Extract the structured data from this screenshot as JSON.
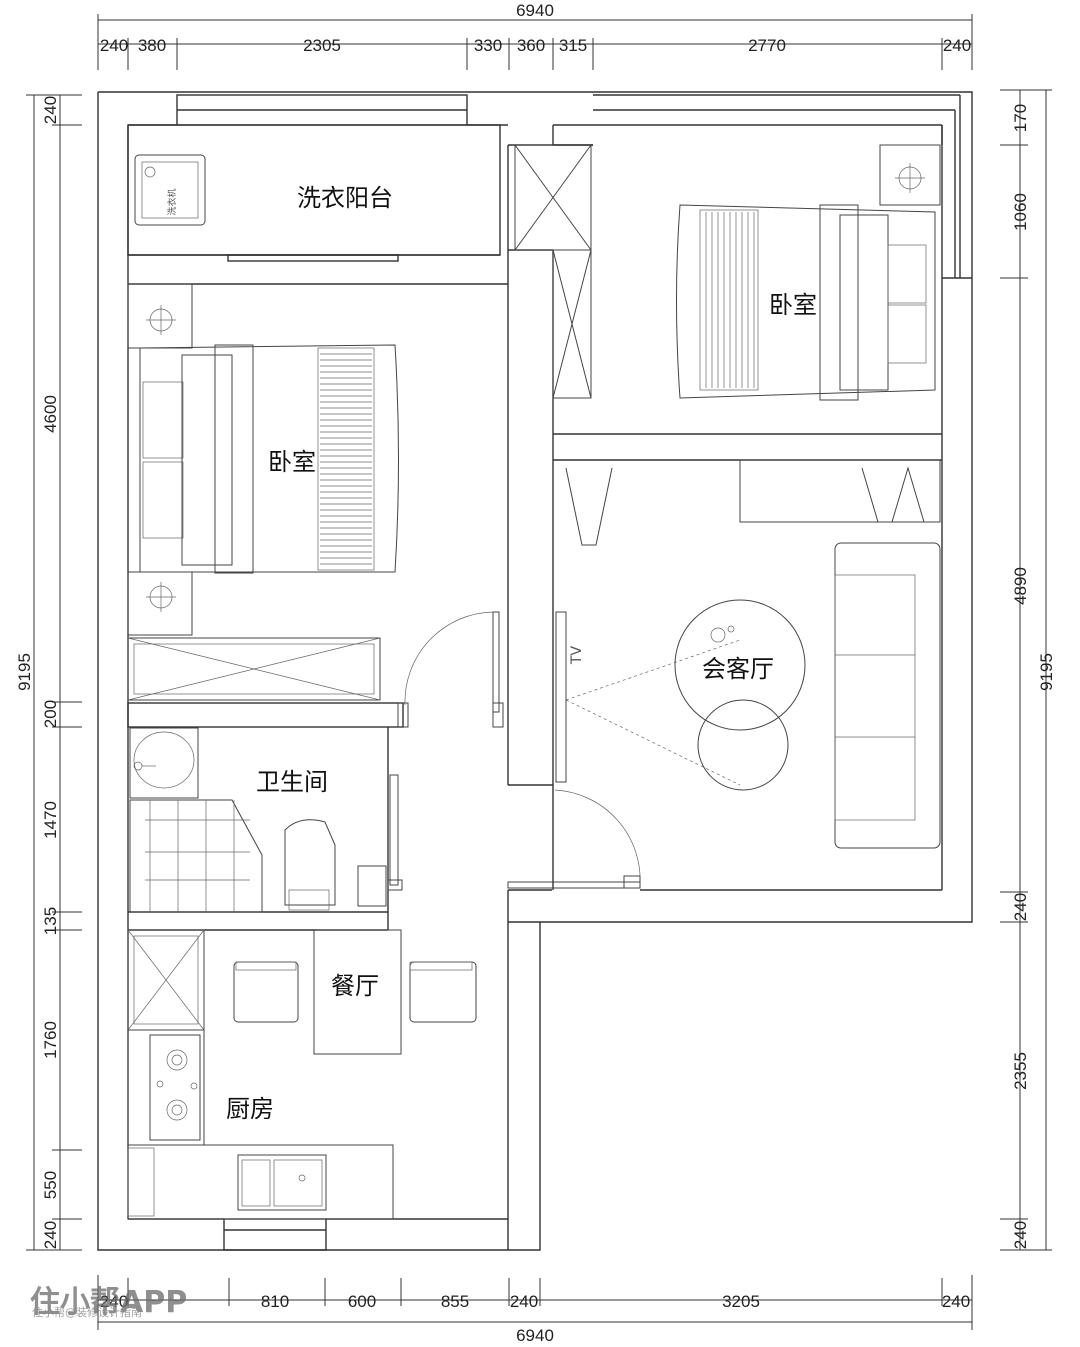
{
  "dimensions": {
    "top_total": "6940",
    "top_segments": [
      "240",
      "380",
      "2305",
      "330",
      "360",
      "315",
      "2770",
      "240"
    ],
    "bottom_total": "6940",
    "bottom_segments": [
      "240",
      "810",
      "600",
      "855",
      "240",
      "3205",
      "240"
    ],
    "left_total": "9195",
    "left_segments": [
      "240",
      "4600",
      "200",
      "1470",
      "135",
      "1760",
      "550",
      "240"
    ],
    "right_total": "9195",
    "right_segments": [
      "170",
      "1060",
      "4890",
      "240",
      "2355",
      "240"
    ]
  },
  "rooms": {
    "laundry_balcony": "洗衣阳台",
    "bedroom_left": "卧室",
    "bedroom_right": "卧室",
    "living_room": "会客厅",
    "bathroom": "卫生间",
    "dining": "餐厅",
    "kitchen": "厨房"
  },
  "fixtures": {
    "washer_label": "洗衣机",
    "tv_label": "TV"
  },
  "watermark": {
    "brand": "住小帮APP",
    "sub": "住小帮@装修设计指南"
  }
}
